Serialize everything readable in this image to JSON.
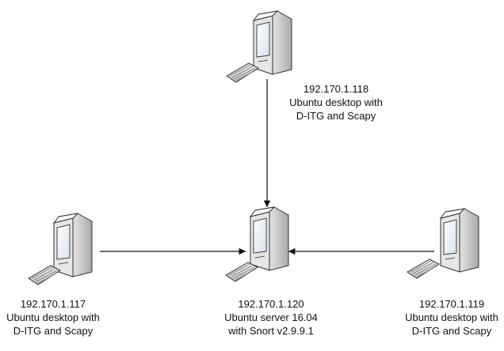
{
  "nodes": {
    "top": {
      "ip": "192.170.1.118",
      "line1": "Ubuntu desktop with",
      "line2": "D-ITG and Scapy"
    },
    "left": {
      "ip": "192.170.1.117",
      "line1": "Ubuntu desktop with",
      "line2": "D-ITG and Scapy"
    },
    "center": {
      "ip": "192.170.1.120",
      "line1": "Ubuntu server 16.04",
      "line2": "with Snort v2.9.9.1"
    },
    "right": {
      "ip": "192.170.1.119",
      "line1": "Ubuntu desktop with",
      "line2": "D-ITG and Scapy"
    }
  },
  "icons": {
    "computer": "computer-icon",
    "keyboard": "keyboard-icon"
  }
}
